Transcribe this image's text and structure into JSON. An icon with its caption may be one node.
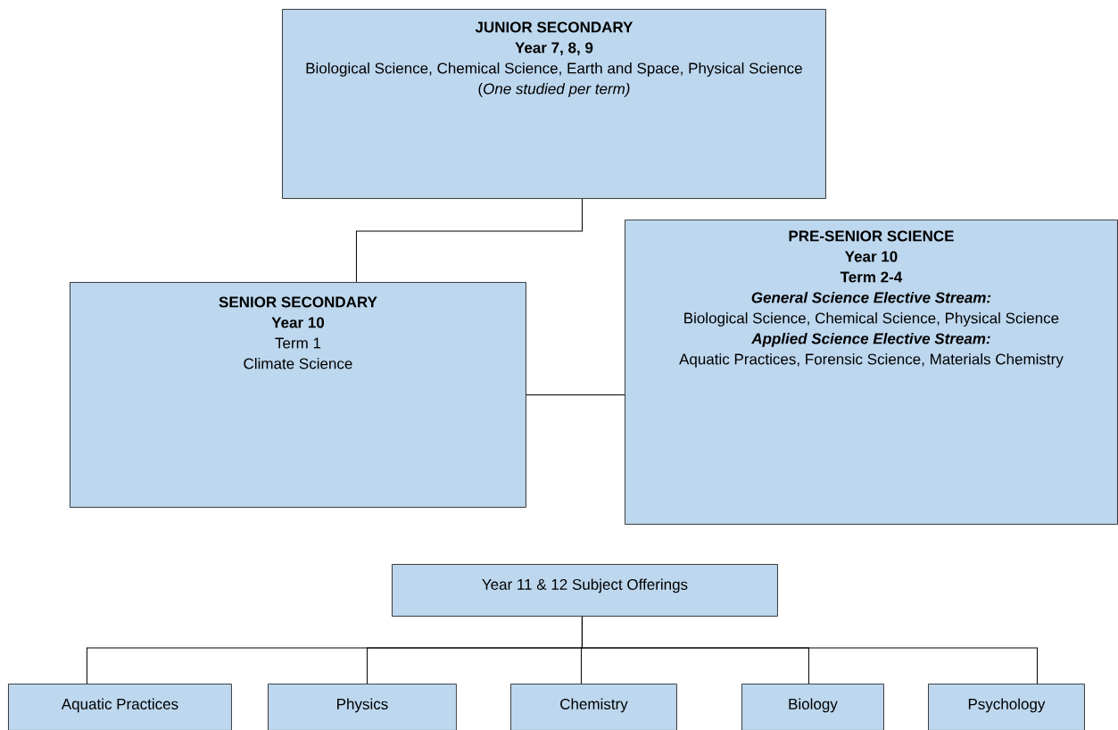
{
  "diagram": {
    "nodes": [
      {
        "text": [
          "JUNIOR SECONDARY",
          "Year 7, 8, 9",
          "Biological Science, Chemical Science, Earth and Space, Physical Science",
          "(*One studied per term)*"
        ]
      },
      {
        "text": [
          "SENIOR SECONDARY",
          "Year 10",
          "Term 1",
          "Climate Science"
        ]
      },
      {
        "text": [
          "PRE-SENIOR SCIENCE",
          "Year 10",
          "Term 2-4",
          "General Science Elective Stream:",
          "Biological Science, Chemical Science, Physical Science",
          "Applied Science Elective Stream:",
          "Aquatic Practices, Forensic Science, Materials Chemistry"
        ]
      },
      {
        "text": [
          "Year 11 & 12 Subject Offerings"
        ]
      },
      {
        "text": [
          "Aquatic Practices"
        ]
      },
      {
        "text": [
          "Physics"
        ]
      },
      {
        "text": [
          "Chemistry"
        ]
      },
      {
        "text": [
          "Biology"
        ]
      },
      {
        "text": [
          "Psychology"
        ]
      }
    ],
    "edges": [
      {
        "from": 0,
        "to": 1,
        "arrow": "none"
      },
      {
        "from": 1,
        "to": 2,
        "arrow": "none"
      },
      {
        "from": 3,
        "to": 4,
        "arrow": "none"
      },
      {
        "from": 3,
        "to": 5,
        "arrow": "none"
      },
      {
        "from": 3,
        "to": 6,
        "arrow": "none"
      },
      {
        "from": 3,
        "to": 7,
        "arrow": "none"
      },
      {
        "from": 3,
        "to": 8,
        "arrow": "none"
      }
    ]
  }
}
